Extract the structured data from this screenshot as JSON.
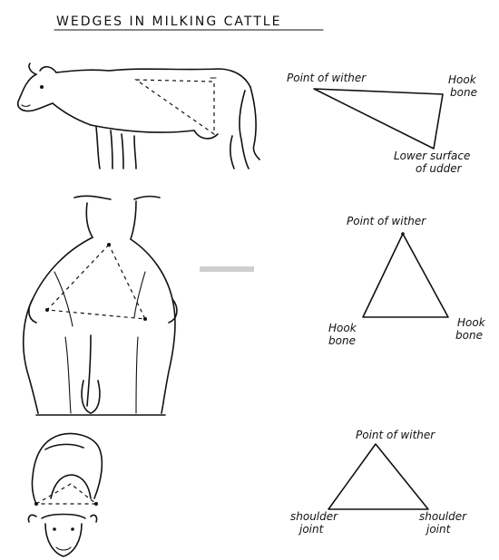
{
  "title": "WEDGES IN MILKING CATTLE",
  "wedge_side": {
    "point_of_wither": "Point of wither",
    "hook_bone_1": "Hook",
    "hook_bone_2": "bone",
    "udder_1": "Lower surface",
    "udder_2": "of udder"
  },
  "wedge_rear": {
    "point_of_wither": "Point of wither",
    "left_hook_1": "Hook",
    "left_hook_2": "bone",
    "right_hook_1": "Hook",
    "right_hook_2": "bone"
  },
  "wedge_front": {
    "point_of_wither": "Point of wither",
    "left_shoulder_1": "shoulder",
    "left_shoulder_2": "joint",
    "right_shoulder_1": "shoulder",
    "right_shoulder_2": "joint"
  },
  "colors": {
    "ink": "#111111",
    "paper": "#ffffff"
  }
}
